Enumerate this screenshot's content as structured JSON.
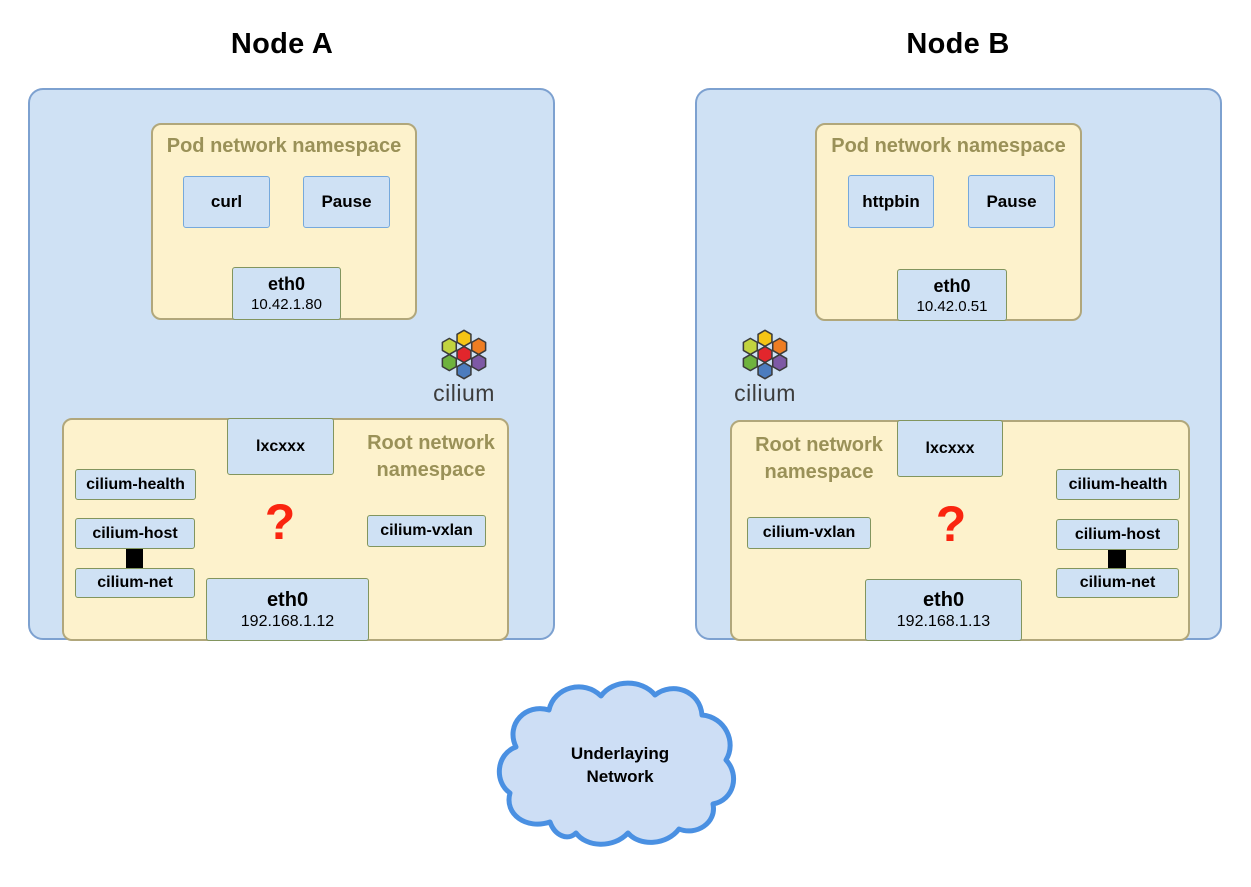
{
  "colors": {
    "node_fill": "#cfe1f4",
    "node_border": "#7da1d0",
    "namespace_fill": "#fdf2cc",
    "namespace_border": "#b1a77b",
    "namespace_title": "#9a9158",
    "box_fill": "#cfe1f4",
    "box_border_blue": "#76a9dc",
    "box_border_green": "#82955e",
    "question_mark_red": "#fa250f",
    "cloud_fill": "#cddef5",
    "cloud_border": "#4a90e2",
    "cilium_yellow": "#F6C515",
    "cilium_lightgreen": "#C2D43F",
    "cilium_orange": "#EE7D23",
    "cilium_red": "#E2262C",
    "cilium_green": "#6FB33E",
    "cilium_purple": "#7E59A5",
    "cilium_blue": "#4C7CBE",
    "cilium_outline": "#3b3b3b"
  },
  "nodes": [
    {
      "title": "Node A",
      "cilium_label": "cilium",
      "pod_namespace": {
        "title": "Pod network namespace",
        "container1": "curl",
        "container2": "Pause",
        "eth_name": "eth0",
        "eth_ip": "10.42.1.80"
      },
      "root_namespace": {
        "title_line1": "Root network",
        "title_line2": "namespace",
        "lxc": "lxcxxx",
        "health": "cilium-health",
        "host": "cilium-host",
        "net": "cilium-net",
        "vxlan": "cilium-vxlan",
        "question": "?",
        "eth_name": "eth0",
        "eth_ip": "192.168.1.12"
      }
    },
    {
      "title": "Node B",
      "cilium_label": "cilium",
      "pod_namespace": {
        "title": "Pod network namespace",
        "container1": "httpbin",
        "container2": "Pause",
        "eth_name": "eth0",
        "eth_ip": "10.42.0.51"
      },
      "root_namespace": {
        "title_line1": "Root network",
        "title_line2": "namespace",
        "lxc": "lxcxxx",
        "health": "cilium-health",
        "host": "cilium-host",
        "net": "cilium-net",
        "vxlan": "cilium-vxlan",
        "question": "?",
        "eth_name": "eth0",
        "eth_ip": "192.168.1.13"
      }
    }
  ],
  "cloud": {
    "line1": "Underlaying",
    "line2": "Network"
  }
}
